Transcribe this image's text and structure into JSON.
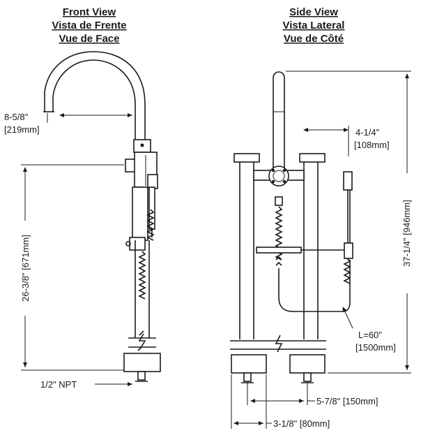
{
  "front_view": {
    "title_en": "Front View",
    "title_es": "Vista de Frente",
    "title_fr": "Vue de Face",
    "dim_spout_reach": "8-5/8\"",
    "dim_spout_reach_mm": "[219mm]",
    "dim_height": "26-3/8\" [671mm]",
    "dim_connection": "1/2\" NPT"
  },
  "side_view": {
    "title_en": "Side View",
    "title_es": "Vista Lateral",
    "title_fr": "Vue de Côté",
    "dim_handle_offset": "4-1/4\"",
    "dim_handle_offset_mm": "[108mm]",
    "dim_total_height": "37-1/4\" [946mm]",
    "dim_hose_length": "L=60\"",
    "dim_hose_length_mm": "[1500mm]",
    "dim_leg_spacing": "5-7/8\" [150mm]",
    "dim_base_width": "3-1/8\" [80mm]"
  },
  "colors": {
    "line": "#1a1a1a",
    "background": "#ffffff"
  }
}
